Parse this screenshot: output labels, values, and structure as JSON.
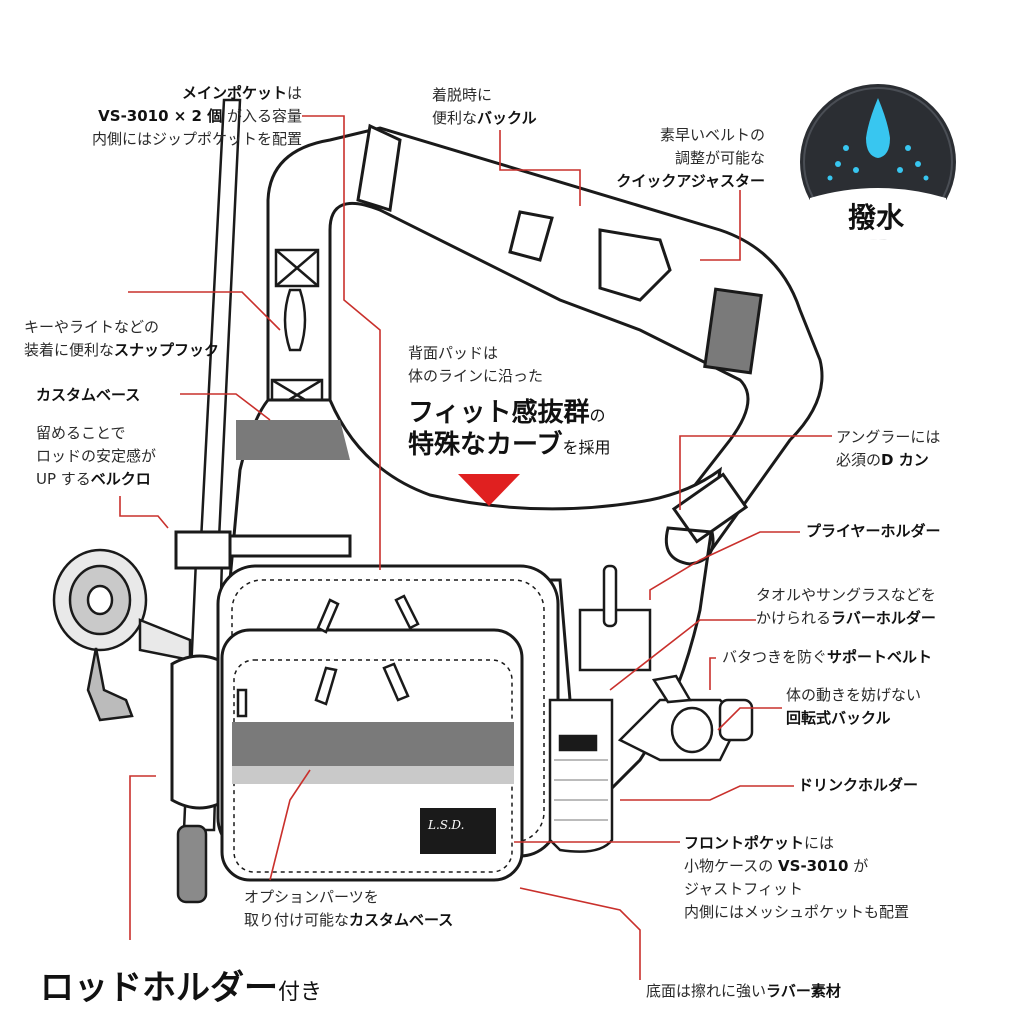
{
  "badge": {
    "label": "撥水"
  },
  "labels": {
    "main_pocket": {
      "title": "メインポケット",
      "title_suffix": "は",
      "model": "VS-3010 × 2 個",
      "model_suffix": " が入る容量",
      "line3": "内側にはジップポケットを配置"
    },
    "buckle": {
      "line1": "着脱時に",
      "pre": "便利な",
      "bold": "バックル"
    },
    "adjuster": {
      "line1": "素早いベルトの",
      "line2": "調整が可能な",
      "bold": "クイックアジャスター"
    },
    "snaphook": {
      "line1": "キーやライトなどの",
      "pre": "装着に便利な",
      "bold": "スナップフック"
    },
    "custom_base_top": {
      "bold": "カスタムベース"
    },
    "velcro": {
      "line1": "留めることで",
      "line2": "ロッドの安定感が",
      "pre": "UP する",
      "bold": "ベルクロ"
    },
    "back_pad": {
      "line1": "背面パッドは",
      "line2": "体のラインに沿った",
      "big1": "フィット感抜群",
      "small1": "の",
      "big2": "特殊なカーブ",
      "small2": "を採用"
    },
    "d_ring": {
      "line1": "アングラーには",
      "pre": "必須の",
      "bold": "D カン"
    },
    "plier": {
      "bold": "プライヤーホルダー"
    },
    "rubber_holder": {
      "line1": "タオルやサングラスなどを",
      "pre": "かけられる",
      "bold": "ラバーホルダー"
    },
    "support_belt": {
      "pre": "バタつきを防ぐ",
      "bold": "サポートベルト"
    },
    "swivel_buckle": {
      "line1": "体の動きを妨げない",
      "bold": "回転式バックル"
    },
    "drink": {
      "bold": "ドリンクホルダー"
    },
    "front_pocket": {
      "bold": "フロントポケット",
      "suffix": "には",
      "pre": "小物ケースの ",
      "model": "VS-3010",
      "model_suffix": " が",
      "line3": "ジャストフィット",
      "line4": "内側にはメッシュポケットも配置"
    },
    "option": {
      "line1": "オプションパーツを",
      "pre": "取り付け可能な",
      "bold": "カスタムベース"
    },
    "bottom": {
      "pre": "底面は擦れに強い",
      "bold": "ラバー素材"
    },
    "rod_holder": {
      "big": "ロッドホルダー",
      "small": "付き"
    }
  },
  "product_logo": "L.S.D.",
  "colors": {
    "leader": "#c9302c",
    "arrow": "#e02020",
    "outline": "#1a1a1a",
    "band": "#7a7a7a",
    "badge_bg": "#2b2e33",
    "drop": "#38c6f0"
  }
}
